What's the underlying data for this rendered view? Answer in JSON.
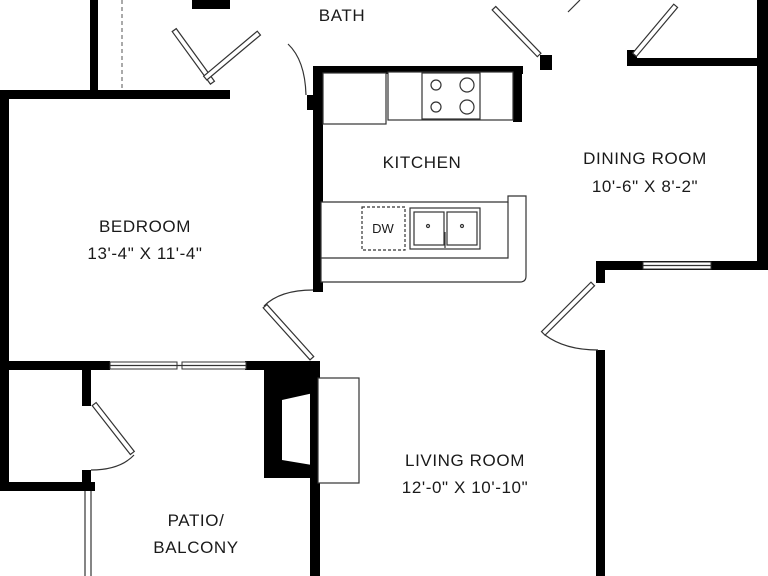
{
  "rooms": {
    "bath": {
      "name": "BATH"
    },
    "kitchen": {
      "name": "KITCHEN"
    },
    "dining": {
      "name": "DINING ROOM",
      "size": "10'-6\" X 8'-2\""
    },
    "bedroom": {
      "name": "BEDROOM",
      "size": "13'-4\" X 11'-4\""
    },
    "living": {
      "name": "LIVING ROOM",
      "size": "12'-0\" X 10'-10\""
    },
    "patio": {
      "name_line1": "PATIO/",
      "name_line2": "BALCONY"
    }
  },
  "appliances": {
    "dishwasher": "DW"
  }
}
